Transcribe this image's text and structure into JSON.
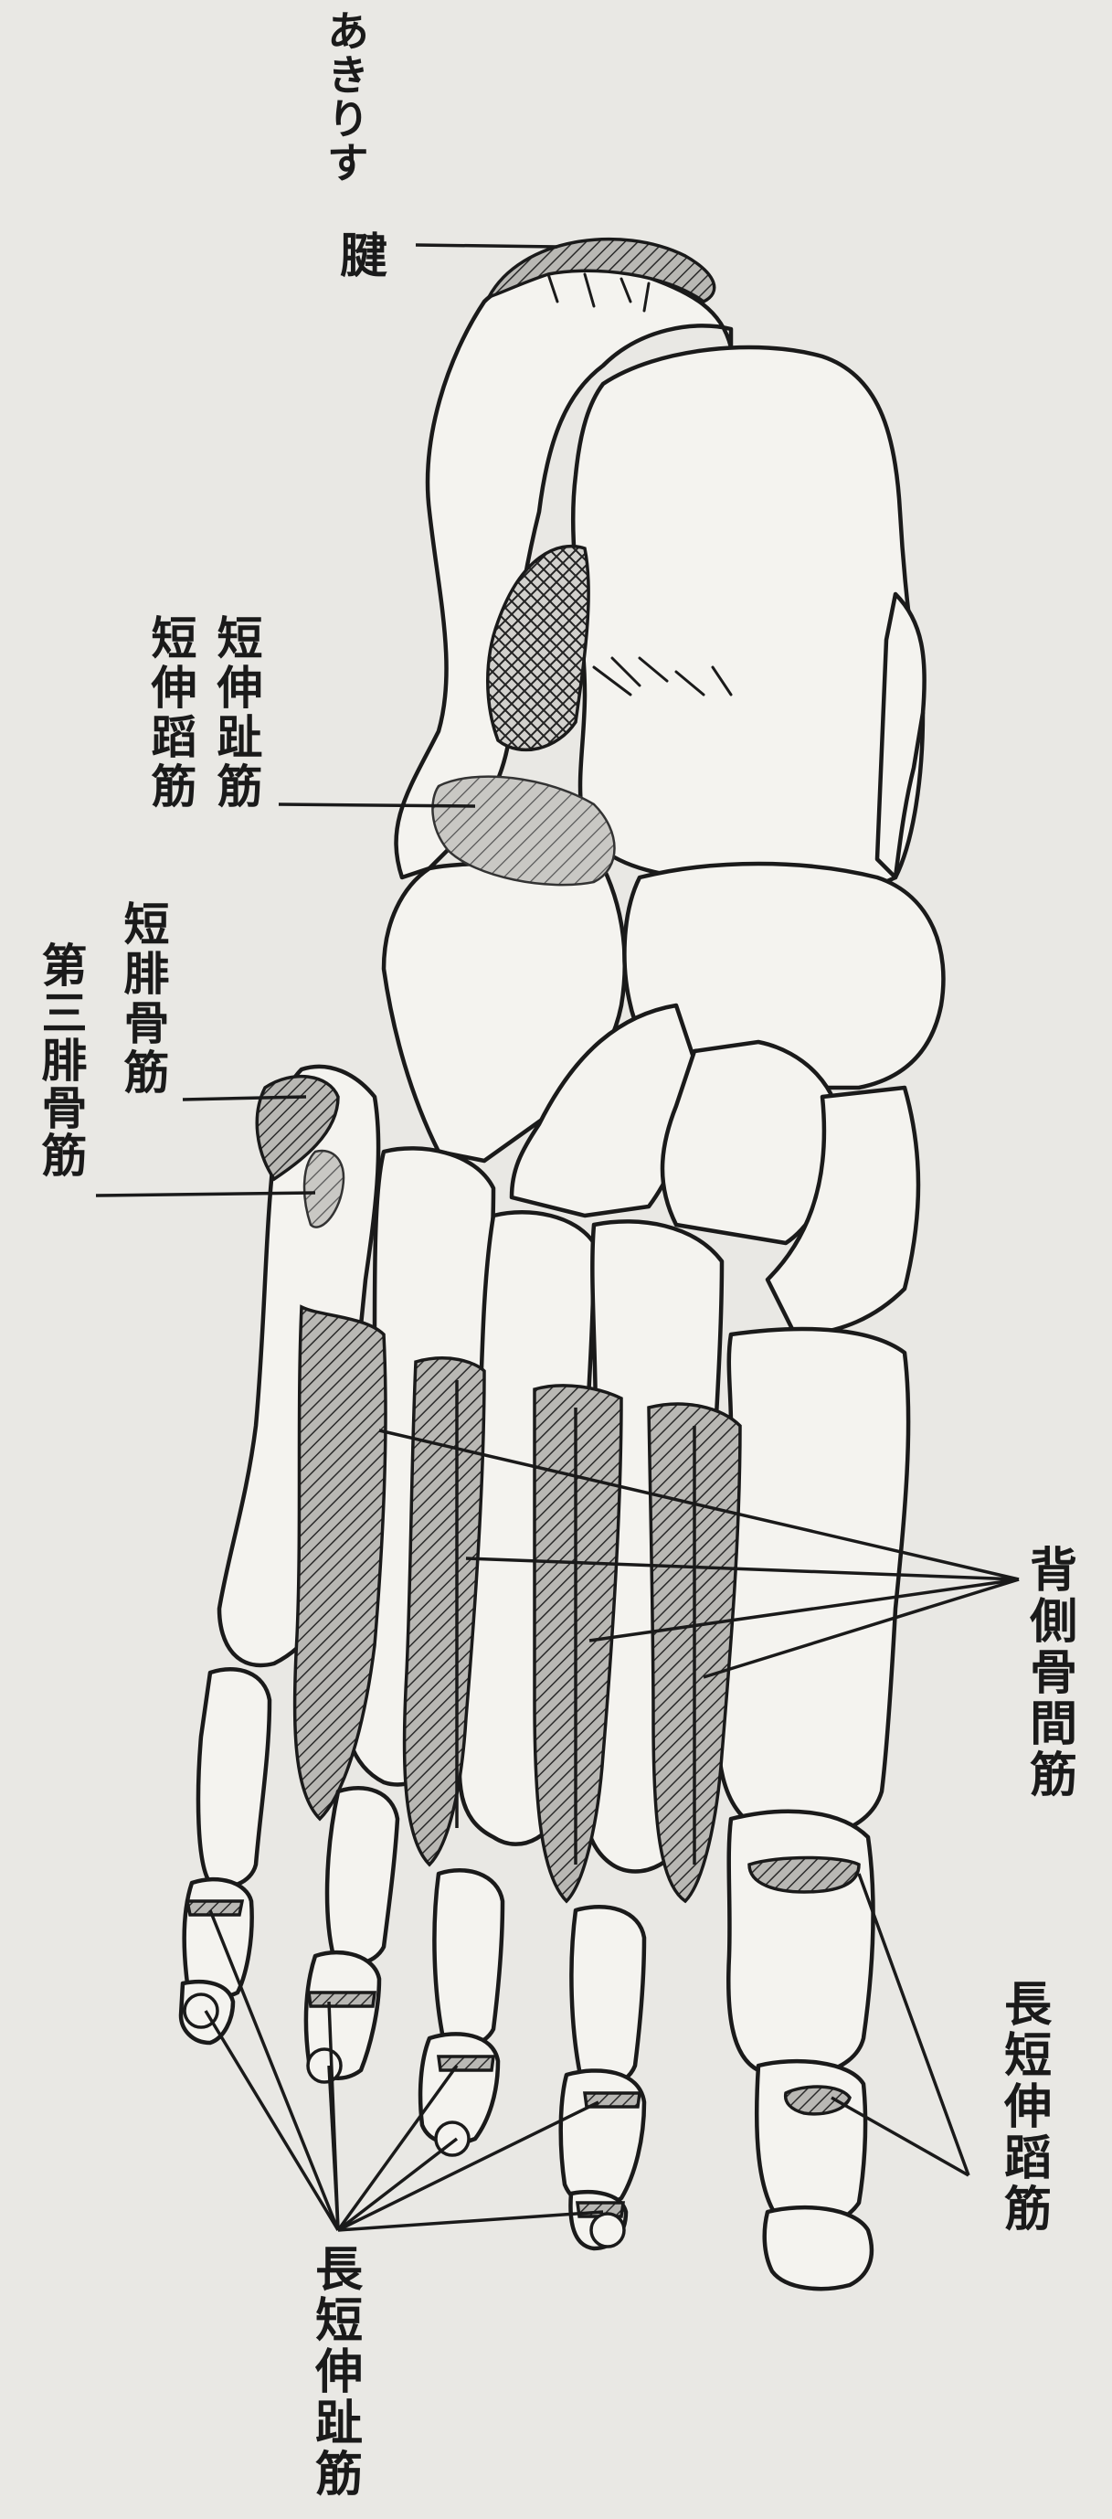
{
  "labels": {
    "achilles_kana": "あきりす",
    "achilles_kanji": "腱",
    "ext_digitorum_brevis": "短伸趾筋",
    "ext_hallucis_brevis": "短伸蹈筋",
    "peroneus_brevis": "短腓骨筋",
    "peroneus_tertius": "第三腓骨筋",
    "dorsal_interossei": "背側骨間筋",
    "ext_hallucis_longus_brevis": "長短伸蹈筋",
    "ext_digitorum_longus_brevis": "長短伸趾筋"
  },
  "colors": {
    "paper": "#e9e8e4",
    "ink": "#1a1a1a",
    "bone_fill": "#f4f3ef",
    "muscle_fill": "#9a9a9a"
  }
}
